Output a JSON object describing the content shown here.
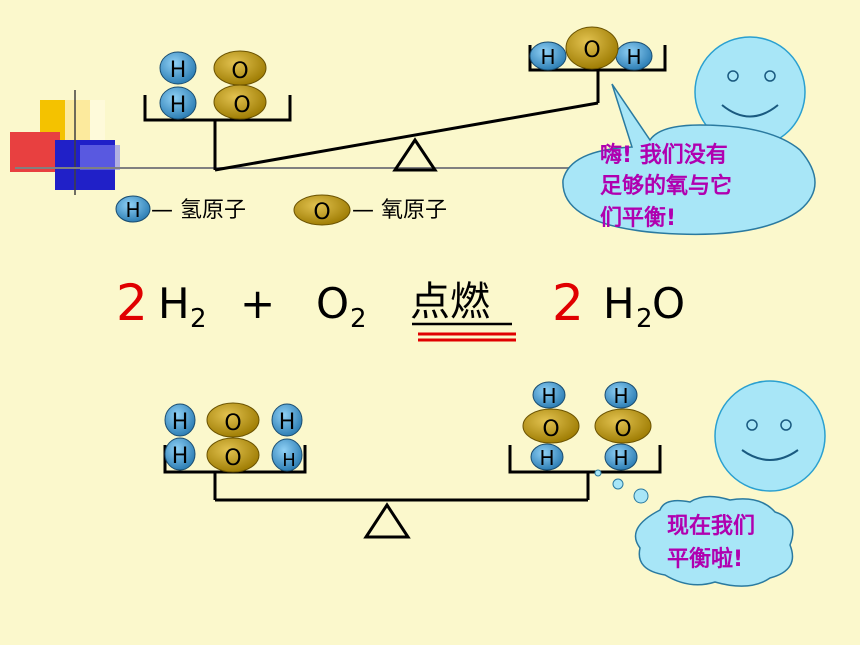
{
  "atoms": {
    "hydrogen_symbol": "H",
    "oxygen_symbol": "O"
  },
  "legend": {
    "hydrogen_label": "— 氢原子",
    "oxygen_label": "— 氧原子"
  },
  "top_speech": {
    "line1": "嗨! 我们没有",
    "line2": "足够的氧与它",
    "line3": "们平衡!"
  },
  "bottom_speech": {
    "line1": "现在我们",
    "line2": "平衡啦!"
  },
  "equation": {
    "coef_left": "2",
    "h2_main": "H",
    "h2_sub": "2",
    "plus": "+",
    "o2_main": "O",
    "o2_sub": "2",
    "condition": "点燃",
    "coef_right": "2",
    "h2o_h": "H",
    "h2o_sub": "2",
    "h2o_o": "O"
  },
  "colors": {
    "background": "#fbf8cc",
    "hydrogen_fill": "#4f9fd0",
    "oxygen_fill": "#b8920c",
    "bubble_fill": "#a8e6f7",
    "bubble_text": "#b000b0",
    "smiley_fill": "#a8e6f7",
    "coefficient": "#e00000",
    "underline": "#e00000"
  }
}
